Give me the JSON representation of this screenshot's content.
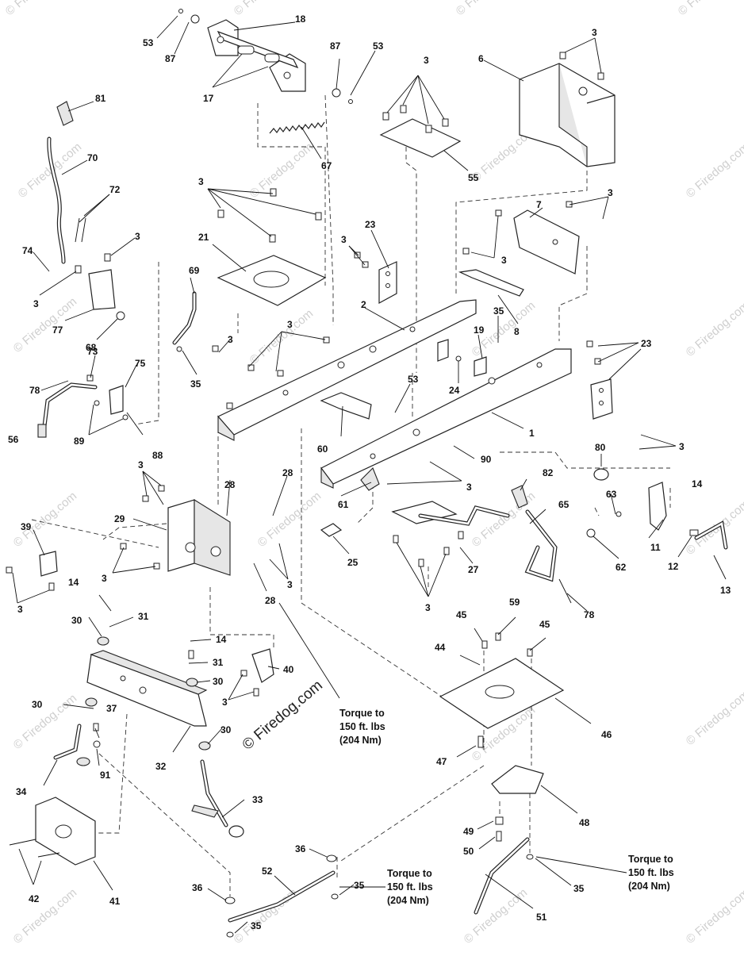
{
  "diagram": {
    "callouts": [
      {
        "id": "c-53a",
        "text": "53"
      },
      {
        "id": "c-87a",
        "text": "87"
      },
      {
        "id": "c-18",
        "text": "18"
      },
      {
        "id": "c-87b",
        "text": "87"
      },
      {
        "id": "c-53b",
        "text": "53"
      },
      {
        "id": "c-17",
        "text": "17"
      },
      {
        "id": "c-67",
        "text": "67"
      },
      {
        "id": "c-81",
        "text": "81"
      },
      {
        "id": "c-70",
        "text": "70"
      },
      {
        "id": "c-72",
        "text": "72"
      },
      {
        "id": "c-3a",
        "text": "3"
      },
      {
        "id": "c-74",
        "text": "74"
      },
      {
        "id": "c-3b",
        "text": "3"
      },
      {
        "id": "c-77",
        "text": "77"
      },
      {
        "id": "c-68",
        "text": "68"
      },
      {
        "id": "c-3c",
        "text": "3"
      },
      {
        "id": "c-21",
        "text": "21"
      },
      {
        "id": "c-69",
        "text": "69"
      },
      {
        "id": "c-3d",
        "text": "3"
      },
      {
        "id": "c-35a",
        "text": "35"
      },
      {
        "id": "c-73",
        "text": "73"
      },
      {
        "id": "c-75",
        "text": "75"
      },
      {
        "id": "c-78a",
        "text": "78"
      },
      {
        "id": "c-56",
        "text": "56"
      },
      {
        "id": "c-89",
        "text": "89"
      },
      {
        "id": "c-88",
        "text": "88"
      },
      {
        "id": "c-3e",
        "text": "3"
      },
      {
        "id": "c-55",
        "text": "55"
      },
      {
        "id": "c-3f",
        "text": "3"
      },
      {
        "id": "c-6",
        "text": "6"
      },
      {
        "id": "c-23a",
        "text": "23"
      },
      {
        "id": "c-3g",
        "text": "3"
      },
      {
        "id": "c-3h",
        "text": "3"
      },
      {
        "id": "c-7",
        "text": "7"
      },
      {
        "id": "c-3i",
        "text": "3"
      },
      {
        "id": "c-2",
        "text": "2"
      },
      {
        "id": "c-35b",
        "text": "35"
      },
      {
        "id": "c-8",
        "text": "8"
      },
      {
        "id": "c-19",
        "text": "19"
      },
      {
        "id": "c-24",
        "text": "24"
      },
      {
        "id": "c-3j",
        "text": "3"
      },
      {
        "id": "c-23b",
        "text": "23"
      },
      {
        "id": "c-53c",
        "text": "53"
      },
      {
        "id": "c-1",
        "text": "1"
      },
      {
        "id": "c-60",
        "text": "60"
      },
      {
        "id": "c-90",
        "text": "90"
      },
      {
        "id": "c-3k",
        "text": "3"
      },
      {
        "id": "c-61",
        "text": "61"
      },
      {
        "id": "c-80",
        "text": "80"
      },
      {
        "id": "c-3l",
        "text": "3"
      },
      {
        "id": "c-14a",
        "text": "14"
      },
      {
        "id": "c-3m",
        "text": "3"
      },
      {
        "id": "c-28a",
        "text": "28"
      },
      {
        "id": "c-28b",
        "text": "28"
      },
      {
        "id": "c-29",
        "text": "29"
      },
      {
        "id": "c-39",
        "text": "39"
      },
      {
        "id": "c-3n",
        "text": "3"
      },
      {
        "id": "c-3o",
        "text": "3"
      },
      {
        "id": "c-3p",
        "text": "3"
      },
      {
        "id": "c-28c",
        "text": "28"
      },
      {
        "id": "c-25",
        "text": "25"
      },
      {
        "id": "c-82",
        "text": "82"
      },
      {
        "id": "c-65",
        "text": "65"
      },
      {
        "id": "c-63",
        "text": "63"
      },
      {
        "id": "c-27",
        "text": "27"
      },
      {
        "id": "c-3q",
        "text": "3"
      },
      {
        "id": "c-11",
        "text": "11"
      },
      {
        "id": "c-62",
        "text": "62"
      },
      {
        "id": "c-12",
        "text": "12"
      },
      {
        "id": "c-13",
        "text": "13"
      },
      {
        "id": "c-78b",
        "text": "78"
      },
      {
        "id": "c-14b",
        "text": "14"
      },
      {
        "id": "c-31a",
        "text": "31"
      },
      {
        "id": "c-30a",
        "text": "30"
      },
      {
        "id": "c-14c",
        "text": "14"
      },
      {
        "id": "c-31b",
        "text": "31"
      },
      {
        "id": "c-40",
        "text": "40"
      },
      {
        "id": "c-30b",
        "text": "30"
      },
      {
        "id": "c-3r",
        "text": "3"
      },
      {
        "id": "c-30c",
        "text": "30"
      },
      {
        "id": "c-37",
        "text": "37"
      },
      {
        "id": "c-30d",
        "text": "30"
      },
      {
        "id": "c-32",
        "text": "32"
      },
      {
        "id": "c-91",
        "text": "91"
      },
      {
        "id": "c-34",
        "text": "34"
      },
      {
        "id": "c-45a",
        "text": "45"
      },
      {
        "id": "c-59",
        "text": "59"
      },
      {
        "id": "c-45b",
        "text": "45"
      },
      {
        "id": "c-44",
        "text": "44"
      },
      {
        "id": "c-46",
        "text": "46"
      },
      {
        "id": "c-47",
        "text": "47"
      },
      {
        "id": "c-48",
        "text": "48"
      },
      {
        "id": "c-33",
        "text": "33"
      },
      {
        "id": "c-49",
        "text": "49"
      },
      {
        "id": "c-50",
        "text": "50"
      },
      {
        "id": "c-42",
        "text": "42"
      },
      {
        "id": "c-41",
        "text": "41"
      },
      {
        "id": "c-36a",
        "text": "36"
      },
      {
        "id": "c-36b",
        "text": "36"
      },
      {
        "id": "c-52",
        "text": "52"
      },
      {
        "id": "c-35c",
        "text": "35"
      },
      {
        "id": "c-35d",
        "text": "35"
      },
      {
        "id": "c-35e",
        "text": "35"
      },
      {
        "id": "c-51",
        "text": "51"
      }
    ],
    "torque_notes": [
      {
        "id": "t1",
        "lines": [
          "Torque to",
          "150 ft. lbs",
          "(204 Nm)"
        ]
      },
      {
        "id": "t2",
        "lines": [
          "Torque to",
          "150 ft. lbs",
          "(204 Nm)"
        ]
      },
      {
        "id": "t3",
        "lines": [
          "Torque to",
          "150 ft. lbs",
          "(204 Nm)"
        ]
      }
    ],
    "watermark": {
      "symbol": "©",
      "text": "Firedog.com"
    }
  },
  "colors": {
    "line": "#222222",
    "watermark": "#cfcfcf",
    "background": "#ffffff"
  }
}
